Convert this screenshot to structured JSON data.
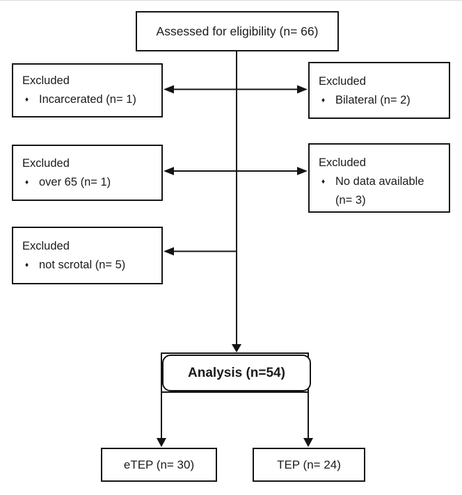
{
  "diagram": {
    "top_box": {
      "label": "Assessed for eligibility (n= 66)"
    },
    "excluded_left": [
      {
        "title": "Excluded",
        "bullet": "♦",
        "item": "Incarcerated (n= 1)"
      },
      {
        "title": "Excluded",
        "bullet": "♦",
        "item": "over 65 (n= 1)"
      },
      {
        "title": "Excluded",
        "bullet": "♦",
        "item": "not scrotal (n= 5)"
      }
    ],
    "excluded_right": [
      {
        "title": "Excluded",
        "bullet": "♦",
        "item": "Bilateral (n= 2)"
      },
      {
        "title": "Excluded",
        "bullet": "♦",
        "item": "No data available",
        "item_line2": "(n= 3)"
      }
    ],
    "analysis_box": {
      "label": "Analysis (n=54)"
    },
    "outcome_boxes": [
      {
        "label": "eTEP (n= 30)"
      },
      {
        "label": "TEP (n= 24)"
      }
    ],
    "colors": {
      "line": "#141414",
      "box_border": "#141414",
      "background": "#ffffff"
    }
  }
}
